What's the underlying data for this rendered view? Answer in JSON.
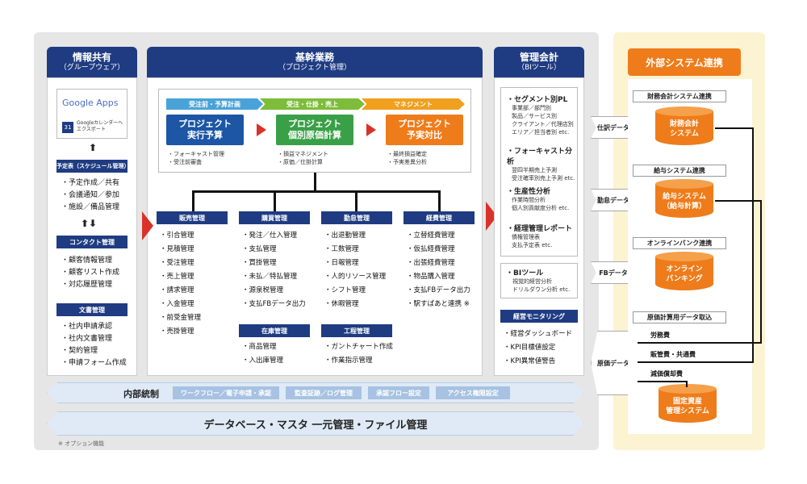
{
  "header_left": {
    "title": "情報共有",
    "subtitle": "（グループウェア）"
  },
  "header_center": {
    "title": "基幹業務",
    "subtitle": "（プロジェクト管理）"
  },
  "header_right": {
    "title": "管理会計",
    "subtitle": "（BIツール）"
  },
  "header_external": {
    "title": "外部システム連携"
  },
  "google": {
    "apps": "Google Apps",
    "calendar": "Googleカレンダーへエクスポート",
    "cal_num": "31"
  },
  "schedule": {
    "title": "予定表（スケジュール管理）",
    "items": [
      "・予定作成／共有",
      "・会議通知／参加",
      "・施設／備品管理"
    ]
  },
  "contact": {
    "title": "コンタクト管理",
    "items": [
      "・顧客情報管理",
      "・顧客リスト作成",
      "・対応履歴管理"
    ]
  },
  "docs": {
    "title": "文書管理",
    "items": [
      "・社内申請承認",
      "・社内文書管理",
      "・契約管理",
      "・申請フォーム作成"
    ]
  },
  "stages": [
    "受注前・予算計画",
    "受注・仕掛・売上",
    "マネジメント"
  ],
  "project_boxes": [
    {
      "line1": "プロジェクト",
      "line2": "実行予算",
      "notes": [
        "・フォーキャスト管理",
        "・受注前審査"
      ]
    },
    {
      "line1": "プロジェクト",
      "line2": "個別原価計算",
      "notes": [
        "・損益マネジメント",
        "・原価／仕掛計算"
      ]
    },
    {
      "line1": "プロジェクト",
      "line2": "予実対比",
      "notes": [
        "・最終損益確定",
        "・予実差異分析"
      ]
    }
  ],
  "modules": [
    {
      "title": "販売管理",
      "items": [
        "・引合管理",
        "・見積管理",
        "・受注管理",
        "・売上管理",
        "・請求管理",
        "・入金管理",
        "・前受金管理",
        "・売掛管理"
      ]
    },
    {
      "title": "購買管理",
      "items": [
        "・発注／仕入管理",
        "・支払管理",
        "・買掛管理",
        "・未払／特払管理",
        "・源泉税管理",
        "・支払FBデータ出力"
      ]
    },
    {
      "title": "勤怠管理",
      "items": [
        "・出退勤管理",
        "・工数管理",
        "・日報管理",
        "・人的リソース管理",
        "・シフト管理",
        "・休暇管理"
      ]
    },
    {
      "title": "経費管理",
      "items": [
        "・立替経費管理",
        "・仮払経費管理",
        "・出張経費管理",
        "・物品購入管理",
        "・支払FBデータ出力",
        "・駅すぱあと連携 ※"
      ]
    }
  ],
  "stock": {
    "title": "在庫管理",
    "items": [
      "・商品管理",
      "・入出庫管理"
    ]
  },
  "process": {
    "title": "工程管理",
    "items": [
      "・ガントチャート作成",
      "・作業指示管理"
    ]
  },
  "bi": [
    {
      "title": "・セグメント別PL",
      "sub": [
        "事業部／部門別",
        "製品／サービス別",
        "クライアント／代理店別",
        "エリア／担当者別 etc."
      ]
    },
    {
      "title": "・フォーキャスト分析",
      "sub": [
        "翌四半期売上予測",
        "受注確率別売上予測 etc."
      ]
    },
    {
      "title": "・生産性分析",
      "sub": [
        "作業時間分析",
        "個人別貢献度分析 etc."
      ]
    },
    {
      "title": "・経理管理レポート",
      "sub": [
        "債権管理表",
        "支払予定表 etc."
      ]
    }
  ],
  "bitool": {
    "title": "・BIツール",
    "sub": [
      "視覚的経営分析",
      "ドリルダウン分析 etc."
    ]
  },
  "monitoring": {
    "title": "経営モニタリング",
    "items": [
      "・経営ダッシュボード",
      "・KPI目標値設定",
      "・KPI異常値警告"
    ]
  },
  "internal": {
    "title": "内部統制",
    "tags": [
      "ワークフロー／電子申請・承認",
      "監査証跡／ログ管理",
      "承認フロー設定",
      "アクセス権限設定"
    ]
  },
  "database": {
    "title": "データベース・マスタ 一元管理・ファイル管理"
  },
  "footnote": "※ オプション機能",
  "flows": [
    "仕訳データ",
    "勤怠データ",
    "FBデータ",
    "原価データ"
  ],
  "ext_systems": [
    {
      "bar": "財務会計システム連携",
      "cyl": [
        "財務会計",
        "システム"
      ]
    },
    {
      "bar": "給与システム連携",
      "cyl": [
        "給与システム",
        "（給与計算）"
      ]
    },
    {
      "bar": "オンラインバンク連携",
      "cyl": [
        "オンライン",
        "バンキング"
      ]
    },
    {
      "bar": "原価計算用データ取込",
      "cyl": [
        "固定資産",
        "管理システム"
      ]
    }
  ],
  "cost_arrows": [
    "労務費",
    "販管費・共通費",
    "減価償却費"
  ],
  "colors": {
    "navy": "#1f3c82",
    "orange": "#ef7c1a",
    "green": "#3aa048",
    "blue": "#1c56a5",
    "red": "#d9322a"
  }
}
